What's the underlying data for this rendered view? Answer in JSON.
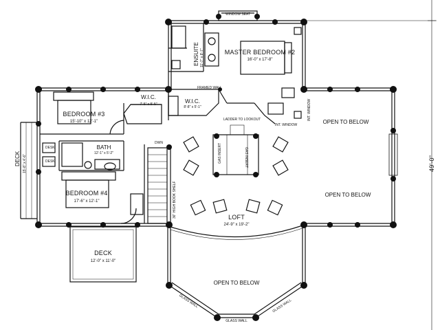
{
  "rooms": {
    "window_seat": "WINDOW SEAT",
    "master": {
      "name": "MASTER BEDROOM #2",
      "dims": "16'-0\" x 17'-8\""
    },
    "ensuite": {
      "name": "ENSUITE",
      "dims": "11'-7\" x 8'-7\""
    },
    "bedroom3": {
      "name": "BEDROOM #3",
      "dims": "15'-10\" x 12'-1\""
    },
    "wic1": {
      "name": "W.I.C.",
      "dims": "7'-5\" x 5'-5\""
    },
    "wic2": {
      "name": "W.I.C.",
      "dims": "8'-8\" x 5'-1\""
    },
    "bath": {
      "name": "BATH",
      "dims": "12'-1\" x 5'-2\""
    },
    "bedroom4": {
      "name": "BEDROOM #4",
      "dims": "17'-6\" x 12'-1\""
    },
    "deck_side": {
      "name": "DECK",
      "dims": "15'-8\" x 4'-6\""
    },
    "deck_front": {
      "name": "DECK",
      "dims": "12'-0\" x 11'-0\""
    },
    "loft": {
      "name": "LOFT",
      "dims": "24'-9\" x 19'-2\""
    },
    "open_below_1": "OPEN TO BELOW",
    "open_below_2": "OPEN TO BELOW",
    "open_below_3": "OPEN TO BELOW"
  },
  "notes": {
    "ladder": "LADDER TO LOOKOUT",
    "gas_insert_1": "GAS INSERT",
    "gas_insert_2": "GAS INSERT",
    "int_window_1": "INT. WINDOW",
    "int_window_2": "INT. WINDOW",
    "bookshelf": "36\" HIGH BOOK SHELF",
    "dwn": "DWN",
    "desk_1": "DESK",
    "desk_2": "DESK",
    "glass_wall_left": "GLASS WALL",
    "glass_wall_center": "GLASS WALL",
    "glass_wall_right": "GLASS WALL",
    "framed_wall": "FRAMED WALL"
  },
  "dimension": "49'-0\""
}
